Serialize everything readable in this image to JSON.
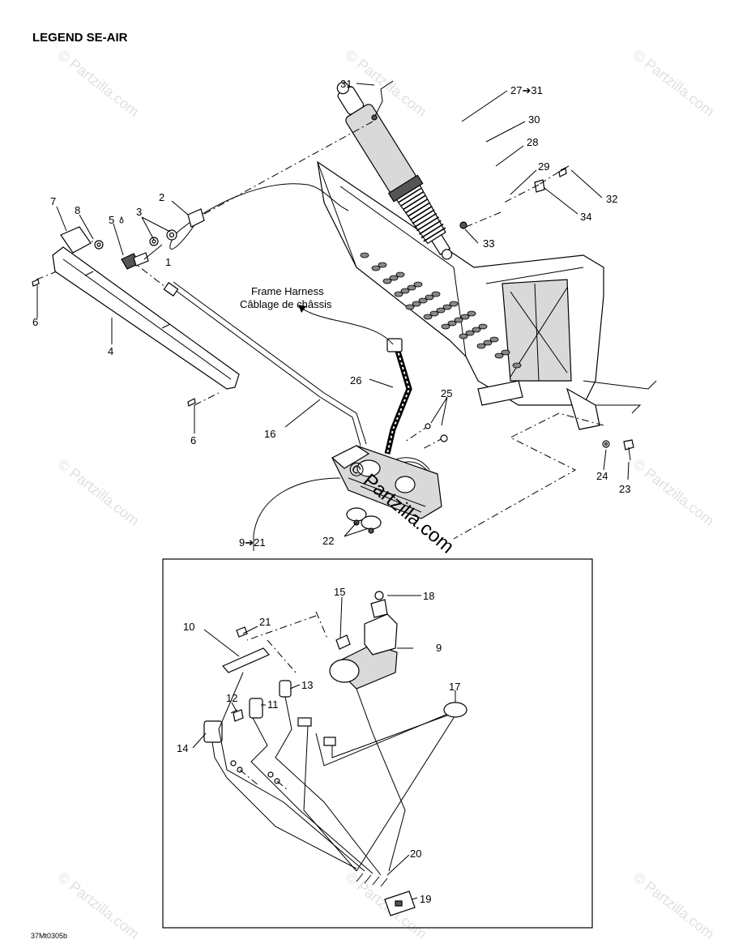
{
  "title": "LEGEND SE-AIR",
  "drawing_code": "37Mt0305b",
  "harness_label": {
    "line1": "Frame Harness",
    "line2": "Câblage de châssis"
  },
  "watermark": {
    "small": "© Partzilla.com",
    "center": "© Partzilla.com"
  },
  "callouts": [
    {
      "id": "c1",
      "text": "1"
    },
    {
      "id": "c2",
      "text": "2"
    },
    {
      "id": "c3",
      "text": "3"
    },
    {
      "id": "c4",
      "text": "4"
    },
    {
      "id": "c5",
      "text": "5"
    },
    {
      "id": "c6a",
      "text": "6"
    },
    {
      "id": "c6b",
      "text": "6"
    },
    {
      "id": "c7",
      "text": "7"
    },
    {
      "id": "c8",
      "text": "8"
    },
    {
      "id": "c9",
      "text": "9"
    },
    {
      "id": "c9r",
      "text": "9➔21"
    },
    {
      "id": "c10",
      "text": "10"
    },
    {
      "id": "c11",
      "text": "11"
    },
    {
      "id": "c12",
      "text": "12"
    },
    {
      "id": "c13",
      "text": "13"
    },
    {
      "id": "c14",
      "text": "14"
    },
    {
      "id": "c15",
      "text": "15"
    },
    {
      "id": "c16",
      "text": "16"
    },
    {
      "id": "c17",
      "text": "17"
    },
    {
      "id": "c18",
      "text": "18"
    },
    {
      "id": "c19",
      "text": "19"
    },
    {
      "id": "c20",
      "text": "20"
    },
    {
      "id": "c21",
      "text": "21"
    },
    {
      "id": "c22",
      "text": "22"
    },
    {
      "id": "c23",
      "text": "23"
    },
    {
      "id": "c24",
      "text": "24"
    },
    {
      "id": "c25",
      "text": "25"
    },
    {
      "id": "c26",
      "text": "26"
    },
    {
      "id": "c27",
      "text": "27➔31"
    },
    {
      "id": "c28",
      "text": "28"
    },
    {
      "id": "c29",
      "text": "29"
    },
    {
      "id": "c30",
      "text": "30"
    },
    {
      "id": "c31",
      "text": "31"
    },
    {
      "id": "c32",
      "text": "32"
    },
    {
      "id": "c33",
      "text": "33"
    },
    {
      "id": "c34",
      "text": "34"
    }
  ]
}
